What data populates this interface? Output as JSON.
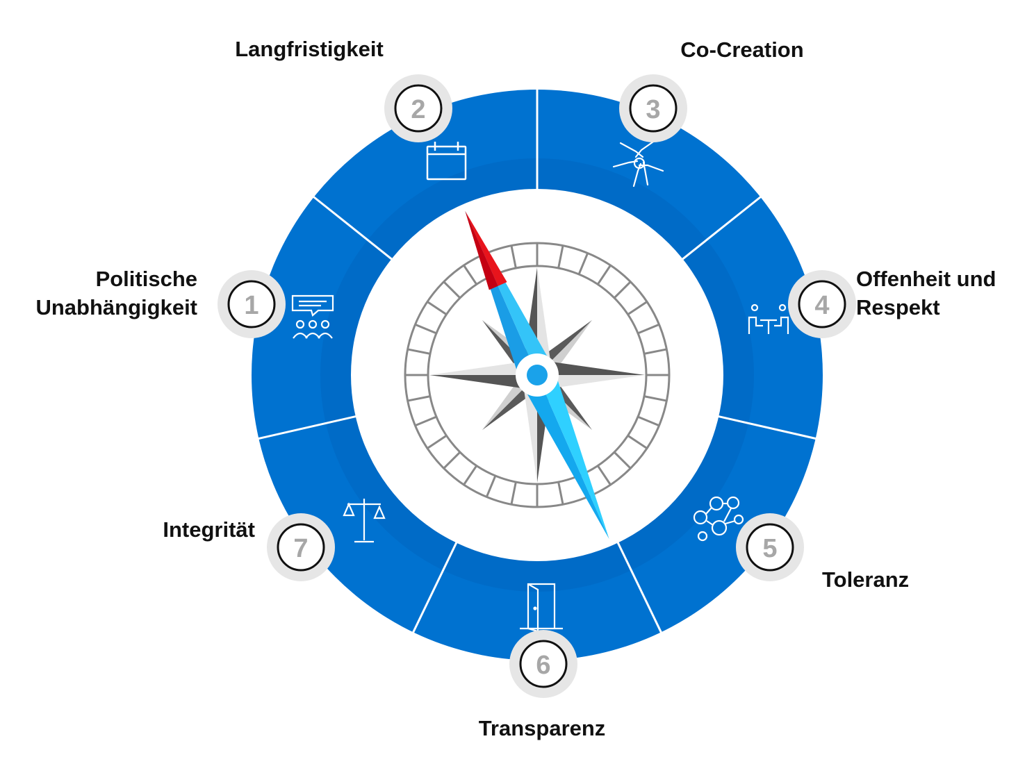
{
  "colors": {
    "ring": "#0072d0",
    "ring_inner": "#0066c0",
    "badge_halo": "#e6e6e6",
    "number": "#a7a7a7",
    "needle_red": "#e8141c",
    "needle_blue": "#1ea8f0"
  },
  "segments": [
    {
      "number": "1",
      "title": [
        "Politische",
        "Unabhängigkeit"
      ],
      "icon": "presentation-audience-icon"
    },
    {
      "number": "2",
      "title": [
        "Langfristigkeit"
      ],
      "icon": "calendar-icon"
    },
    {
      "number": "3",
      "title": [
        "Co-Creation"
      ],
      "icon": "hands-together-icon"
    },
    {
      "number": "4",
      "title": [
        "Offenheit und",
        "Respekt"
      ],
      "icon": "meeting-table-icon"
    },
    {
      "number": "5",
      "title": [
        "Toleranz"
      ],
      "icon": "network-people-icon"
    },
    {
      "number": "6",
      "title": [
        "Transparenz"
      ],
      "icon": "open-door-icon"
    },
    {
      "number": "7",
      "title": [
        "Integrität"
      ],
      "icon": "scales-icon"
    }
  ]
}
